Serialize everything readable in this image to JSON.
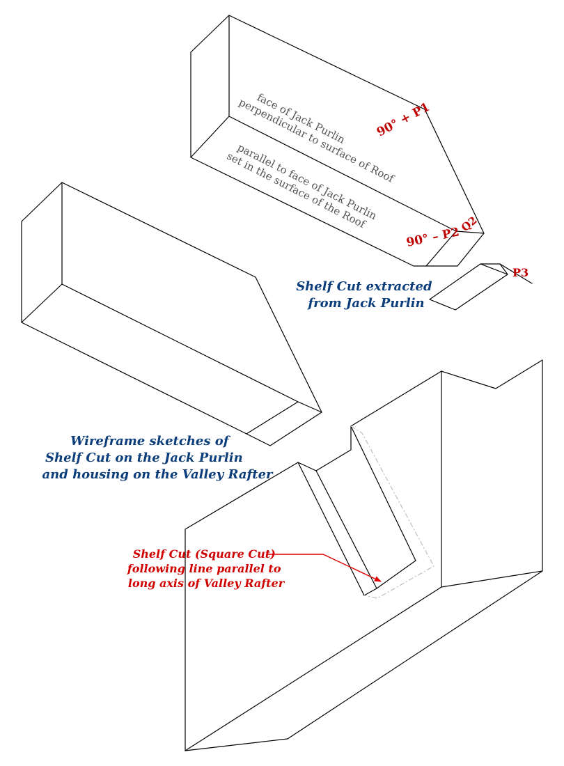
{
  "labels": {
    "face_perpendicular": [
      "face of Jack Purlin",
      "perpendicular to surface of Roof"
    ],
    "face_parallel": [
      "parallel to face of Jack Purlin",
      "set in the surface of the Roof"
    ],
    "angle_p1": "90° + P1",
    "angle_p2": "90° – P2",
    "angle_q2": "Q2",
    "angle_p3": "P3",
    "shelf_extracted": [
      "Shelf Cut extracted",
      "from Jack Purlin"
    ],
    "wireframe_caption": [
      "Wireframe sketches of",
      "Shelf Cut on the Jack Purlin",
      "and housing on the Valley Rafter"
    ],
    "shelf_square_cut": [
      "Shelf Cut (Square Cut)",
      "following line parallel to",
      "long axis of Valley Rafter"
    ]
  },
  "colors": {
    "line": "#000000",
    "hidden_line": "#b8b8b8",
    "face_text": "#555555",
    "angle_text": "#c00000",
    "blue_caption": "#0b3d7a",
    "red_caption": "#d00000"
  }
}
